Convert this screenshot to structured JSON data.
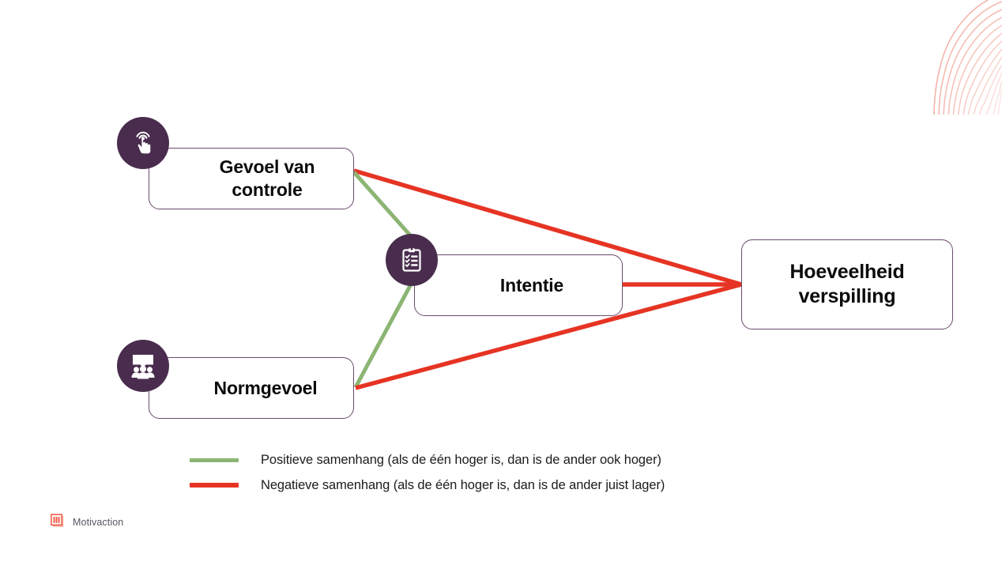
{
  "slide": {
    "background_color": "#ffffff",
    "accent_purple": "#4A2D4E",
    "box_border_color": "#6B4A6E",
    "positive_color": "#8CB573",
    "negative_color": "#E63424",
    "decoration": "fingerprint-arcs-top-right"
  },
  "nodes": [
    {
      "id": "control",
      "label": "Gevoel van controle",
      "icon": "hand-tap-icon"
    },
    {
      "id": "intention",
      "label": "Intentie",
      "icon": "clipboard-checklist-icon"
    },
    {
      "id": "norm",
      "label": "Normgevoel",
      "icon": "audience-presentation-icon"
    },
    {
      "id": "outcome",
      "label": "Hoeveelheid verspilling",
      "icon": null
    }
  ],
  "edges": [
    {
      "from": "control",
      "to": "outcome",
      "relation": "negative",
      "color": "#E63424"
    },
    {
      "from": "control",
      "to": "intention",
      "relation": "positive",
      "color": "#8CB573"
    },
    {
      "from": "norm",
      "to": "intention",
      "relation": "positive",
      "color": "#8CB573"
    },
    {
      "from": "norm",
      "to": "outcome",
      "relation": "negative",
      "color": "#E63424"
    },
    {
      "from": "intention",
      "to": "outcome",
      "relation": "negative",
      "color": "#E63424"
    }
  ],
  "legend": {
    "items": [
      {
        "color": "#8CB573",
        "text": "Positieve samenhang (als de één hoger is, dan is de ander ook hoger)"
      },
      {
        "color": "#E63424",
        "text": "Negatieve samenhang (als de één hoger is, dan is de ander juist lager)"
      }
    ]
  },
  "brand": {
    "logo_icon": "motivaction-logo-icon",
    "name": "Motivaction",
    "logo_color": "#F0533F"
  }
}
